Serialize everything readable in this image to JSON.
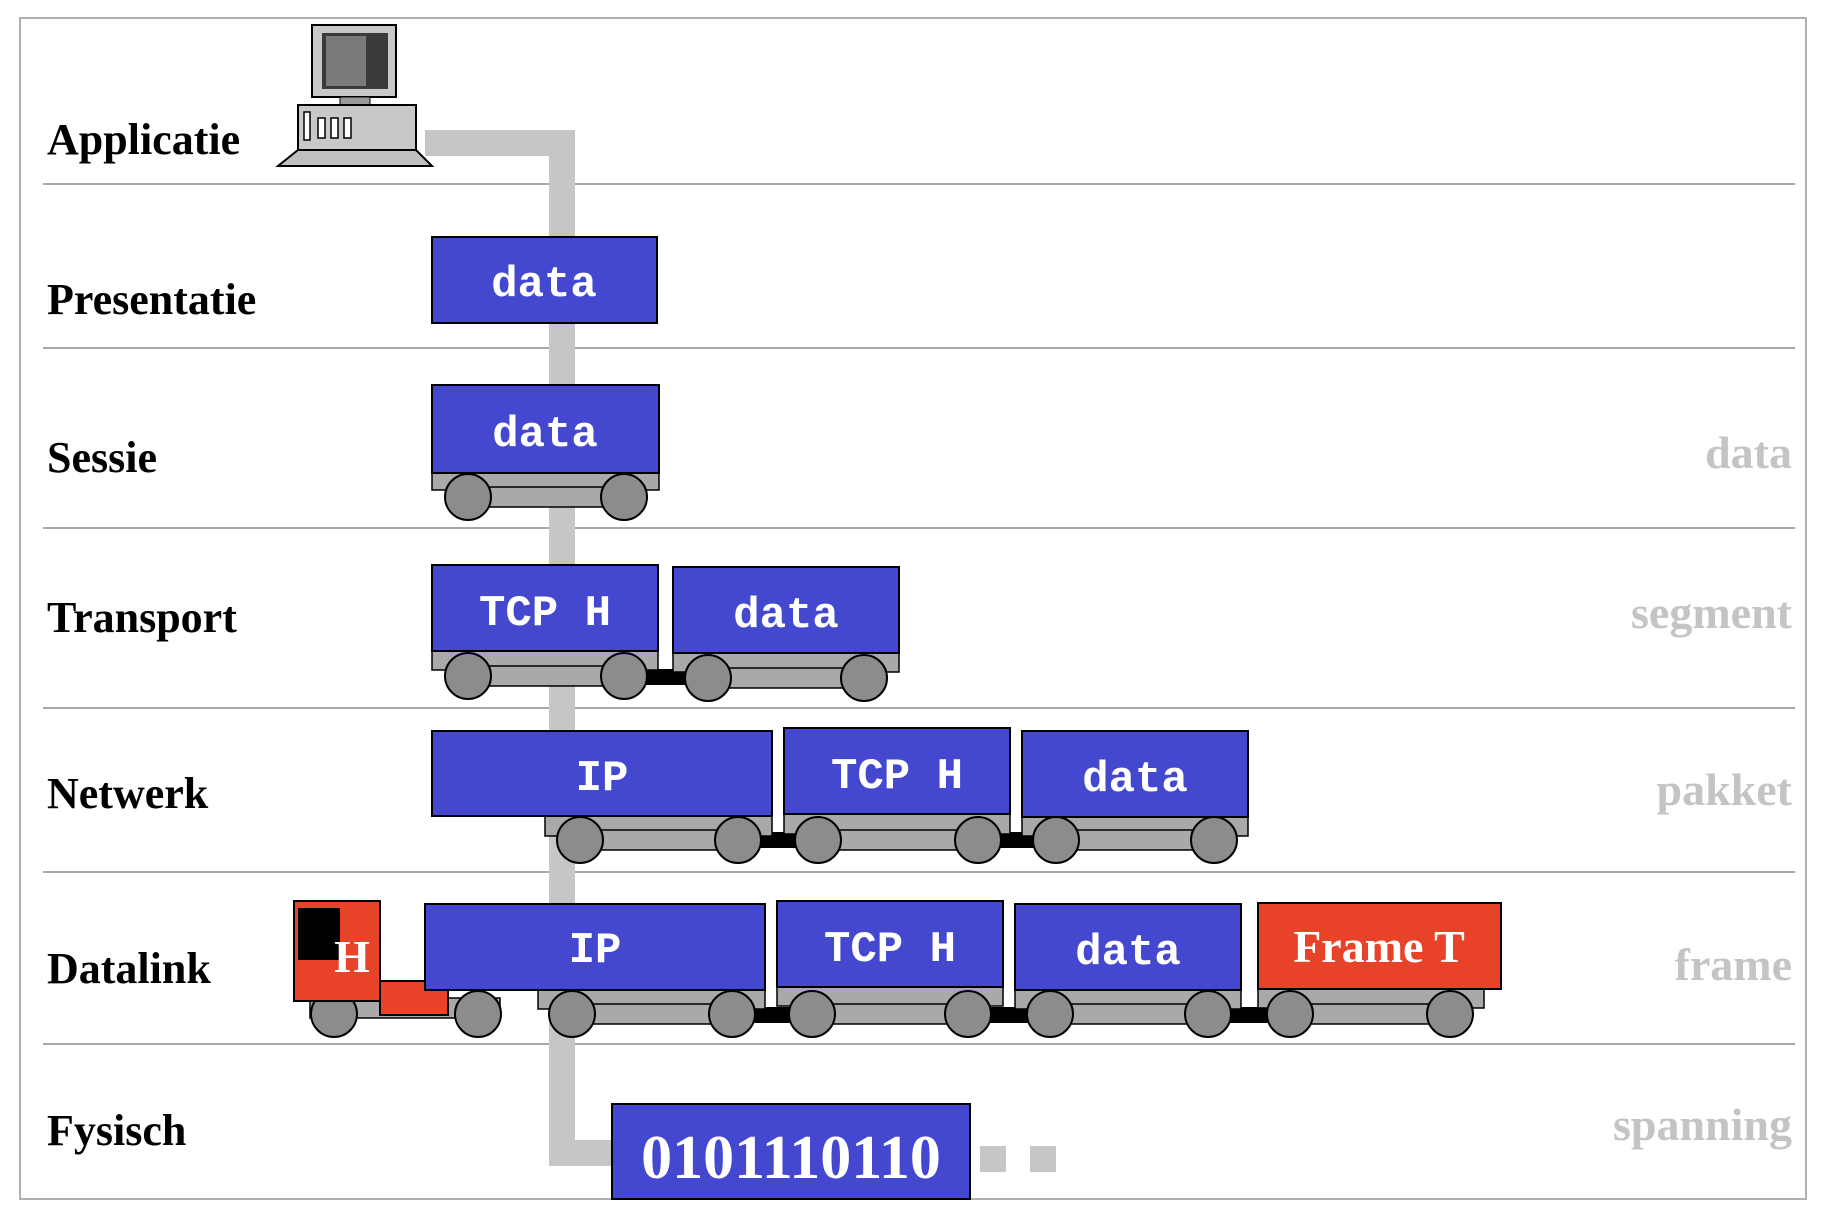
{
  "layers": [
    {
      "name": "Applicatie",
      "unit": ""
    },
    {
      "name": "Presentatie",
      "unit": ""
    },
    {
      "name": "Sessie",
      "unit": "data"
    },
    {
      "name": "Transport",
      "unit": "segment"
    },
    {
      "name": "Netwerk",
      "unit": "pakket"
    },
    {
      "name": "Datalink",
      "unit": "frame"
    },
    {
      "name": "Fysisch",
      "unit": "spanning"
    }
  ],
  "boxes": {
    "data": "data",
    "tcp_header": "TCP H",
    "ip": "IP",
    "frame_trailer": "Frame T",
    "locomotive_header": "H",
    "bits": "0101110110"
  },
  "colors": {
    "data_box": "#4348cf",
    "frame_red": "#e84228",
    "chassis_gray": "#a9a9a9",
    "wheel_gray": "#8c8c8c",
    "path_gray": "#c6c6c6",
    "unit_label_gray": "#c4c4c4"
  },
  "icons": [
    "computer-icon",
    "locomotive-icon"
  ]
}
